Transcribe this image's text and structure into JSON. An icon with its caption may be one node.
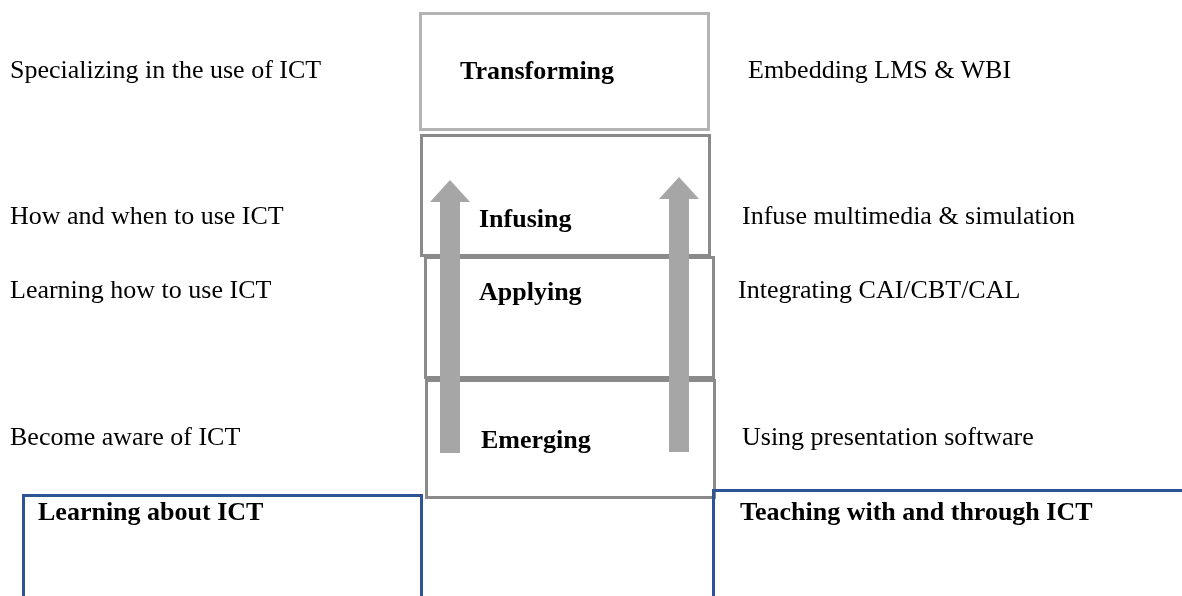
{
  "diagram": {
    "nodes": [
      {
        "text": [
          "Transforming"
        ]
      },
      {
        "text": [
          "Infusing"
        ]
      },
      {
        "text": [
          "Applying"
        ]
      },
      {
        "text": [
          "Emerging"
        ]
      },
      {
        "text": [
          "Learning about ICT"
        ]
      },
      {
        "text": [
          "Teaching with and through ICT"
        ]
      }
    ],
    "labels": [
      "Specializing in the use of ICT",
      "Embedding LMS & WBI",
      "How and when to use ICT",
      "Infuse multimedia & simulation",
      "Learning how to use ICT",
      "Integrating CAI/CBT/CAL",
      "Become aware of ICT",
      "Using presentation software"
    ]
  }
}
